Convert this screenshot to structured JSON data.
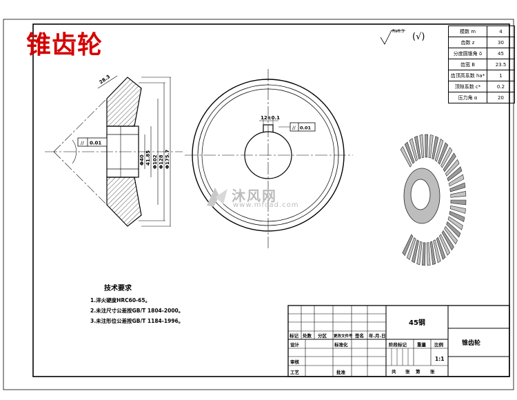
{
  "drawing": {
    "title": "锥齿轮",
    "roughness": {
      "symbol": "Ra6.3",
      "check": "(√)"
    },
    "params": [
      {
        "name": "模数 m",
        "value": "4"
      },
      {
        "name": "齿数 z",
        "value": "30"
      },
      {
        "name": "分度圆锥角 δ",
        "value": "45"
      },
      {
        "name": "齿宽 B",
        "value": "23.5"
      },
      {
        "name": "齿顶高系数 ha*",
        "value": "1"
      },
      {
        "name": "顶隙系数 c*",
        "value": "0.2"
      },
      {
        "name": "压力角 α",
        "value": "20"
      }
    ],
    "dims": {
      "chamfer": "28.3",
      "parallel": "0.01",
      "bore": "Φ40",
      "d2": "41.85",
      "d3": "Φ102",
      "d4": "Φ128",
      "d5": "Φ175.7",
      "keyway": "12±0.1",
      "symmetry": "0.01"
    },
    "tech": {
      "heading": "技术要求",
      "items": [
        "1.淬火硬度HRC60-65。",
        "2.未注尺寸公差按GB/T 1804-2000。",
        "3.未注形位公差按GB/T 1184-1996。"
      ]
    },
    "title_block": {
      "material": "45钢",
      "part_name": "锥齿轮",
      "labels": [
        "标记",
        "处数",
        "分区",
        "更改文件号",
        "签名",
        "年.月.日",
        "设计",
        "标准化",
        "审核",
        "工艺",
        "批准",
        "阶段标记",
        "重量",
        "比例",
        "共",
        "张",
        "第",
        "张"
      ],
      "scale": "1:1"
    },
    "watermark": {
      "brand": "沐风网",
      "url": "www.mfcad.com"
    }
  }
}
